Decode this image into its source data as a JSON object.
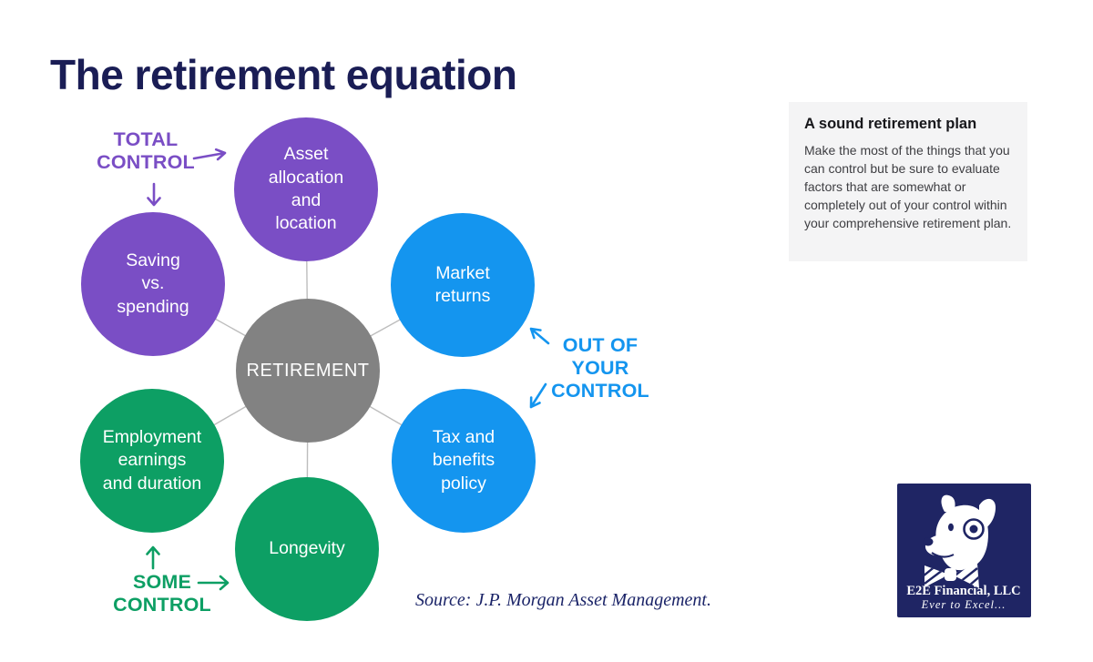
{
  "title": "The retirement equation",
  "colors": {
    "purple": "#7A4EC5",
    "blue": "#1495EF",
    "green": "#0D9F64",
    "gray": "#828282",
    "title_navy": "#1A1D55",
    "line_gray": "#bdbdbd",
    "panel_bg": "#f4f4f5",
    "logo_navy": "#1F2564",
    "source_navy": "#1B2468"
  },
  "diagram": {
    "center": {
      "label": "RETIREMENT"
    },
    "nodes": [
      {
        "id": "asset-allocation",
        "label": "Asset\nallocation\nand\nlocation",
        "group": "total-control"
      },
      {
        "id": "saving-vs-spending",
        "label": "Saving\nvs.\nspending",
        "group": "total-control"
      },
      {
        "id": "market-returns",
        "label": "Market\nreturns",
        "group": "out-of-your-control"
      },
      {
        "id": "tax-benefits-policy",
        "label": "Tax and\nbenefits\npolicy",
        "group": "out-of-your-control"
      },
      {
        "id": "employment",
        "label": "Employment\nearnings\nand duration",
        "group": "some-control"
      },
      {
        "id": "longevity",
        "label": "Longevity",
        "group": "some-control"
      }
    ],
    "annotations": [
      {
        "id": "total-control",
        "label": "TOTAL\nCONTROL"
      },
      {
        "id": "out-of-your-control",
        "label": "OUT OF\nYOUR\nCONTROL"
      },
      {
        "id": "some-control",
        "label": "SOME\nCONTROL"
      }
    ]
  },
  "callout": {
    "heading": "A sound retirement plan",
    "body": "Make the most of the things that you can control but be sure to evaluate factors that are somewhat or completely out of your control within your comprehensive retirement plan."
  },
  "source": "Source: J.P. Morgan Asset Management.",
  "logo": {
    "company": "E2E Financial, LLC",
    "tagline": "Ever to Excel..."
  }
}
